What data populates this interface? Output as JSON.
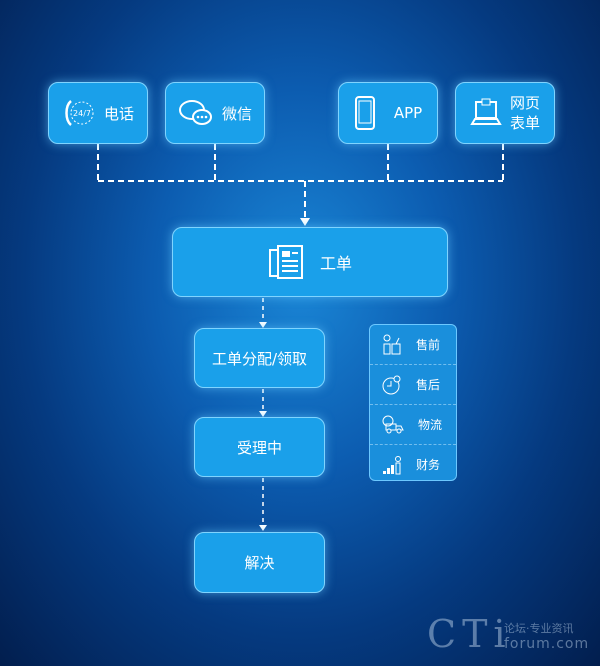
{
  "sources": [
    {
      "label": "电话",
      "icon": "phone-24-7-icon",
      "badge": "24/7"
    },
    {
      "label": "微信",
      "icon": "wechat-icon"
    },
    {
      "label": "APP",
      "icon": "mobile-phone-icon"
    },
    {
      "label": "网页\n表单",
      "icon": "laptop-form-icon"
    }
  ],
  "ticket": {
    "label": "工单",
    "icon": "document-icon"
  },
  "steps": [
    "工单分配/领取",
    "受理中",
    "解决"
  ],
  "departments": [
    {
      "label": "售前",
      "icon": "presales-icon"
    },
    {
      "label": "售后",
      "icon": "aftersales-icon"
    },
    {
      "label": "物流",
      "icon": "logistics-truck-icon"
    },
    {
      "label": "财务",
      "icon": "finance-icon"
    }
  ],
  "watermark": {
    "logo": "CTi",
    "line1": "论坛·专业资讯",
    "line2": "forum.com"
  }
}
